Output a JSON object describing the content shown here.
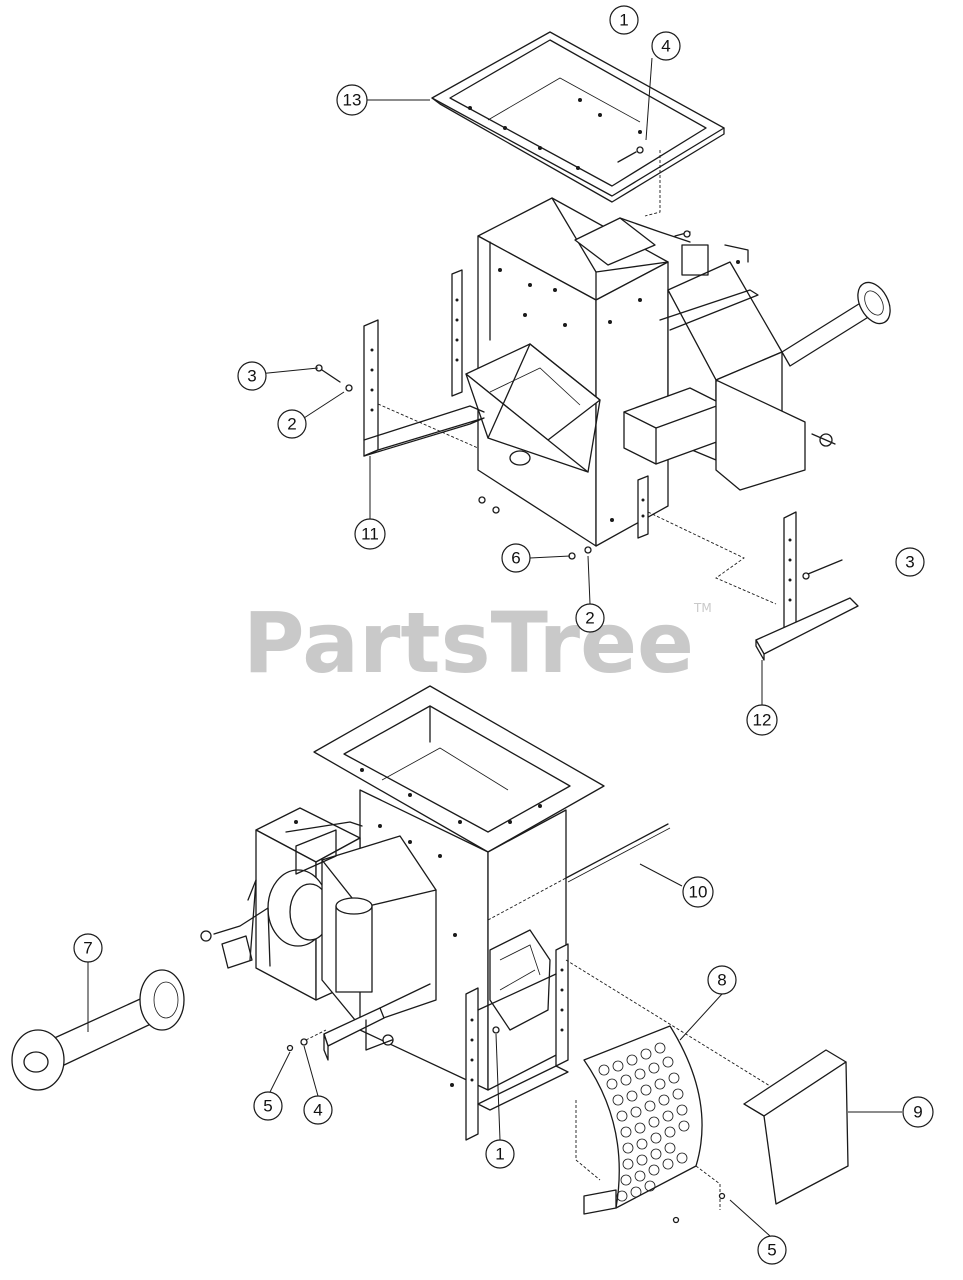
{
  "watermark": {
    "text": "PartsTree",
    "tm": "TM"
  },
  "callouts": [
    {
      "id": "c1-top",
      "label": "1"
    },
    {
      "id": "c4-top",
      "label": "4"
    },
    {
      "id": "c13",
      "label": "13"
    },
    {
      "id": "c3-left",
      "label": "3"
    },
    {
      "id": "c2-left",
      "label": "2"
    },
    {
      "id": "c11",
      "label": "11"
    },
    {
      "id": "c6",
      "label": "6"
    },
    {
      "id": "c2-mid",
      "label": "2"
    },
    {
      "id": "c3-right",
      "label": "3"
    },
    {
      "id": "c12",
      "label": "12"
    },
    {
      "id": "c10",
      "label": "10"
    },
    {
      "id": "c7",
      "label": "7"
    },
    {
      "id": "c8",
      "label": "8"
    },
    {
      "id": "c5-left",
      "label": "5"
    },
    {
      "id": "c4-bottom",
      "label": "4"
    },
    {
      "id": "c1-bottom",
      "label": "1"
    },
    {
      "id": "c9",
      "label": "9"
    },
    {
      "id": "c5-bottom",
      "label": "5"
    }
  ]
}
